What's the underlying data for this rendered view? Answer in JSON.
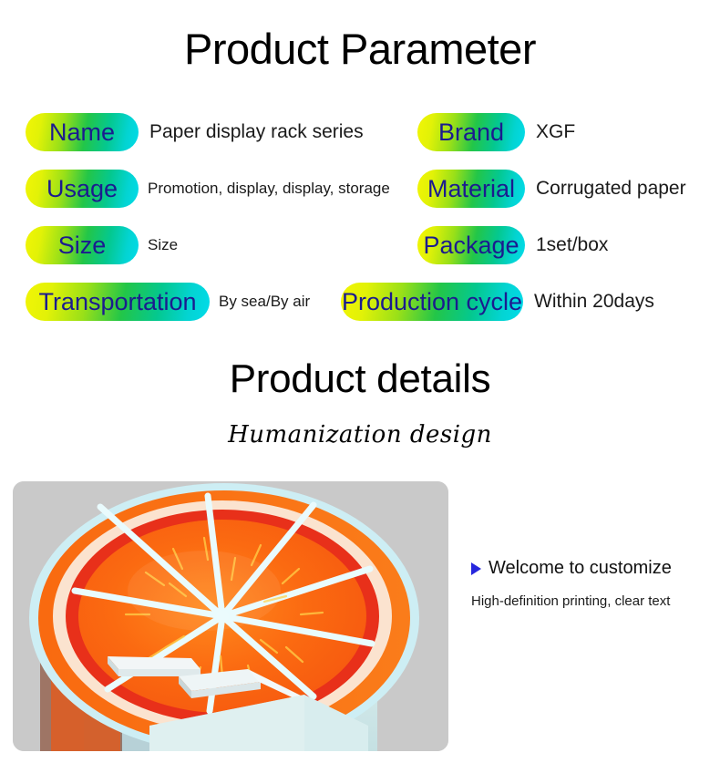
{
  "headings": {
    "parameter_title": "Product Parameter",
    "details_title": "Product details",
    "script_subtitle": "Humanization design"
  },
  "parameters": {
    "left": [
      {
        "label": "Name",
        "value": "Paper display rack series"
      },
      {
        "label": "Usage",
        "value": "Promotion, display, display, storage"
      },
      {
        "label": "Size",
        "value": "Size"
      },
      {
        "label": "Transportation",
        "value": "By sea/By air"
      }
    ],
    "right": [
      {
        "label": "Brand",
        "value": "XGF"
      },
      {
        "label": "Material",
        "value": "Corrugated paper"
      },
      {
        "label": "Package",
        "value": "1set/box"
      },
      {
        "label": "Production cycle",
        "value": "Within 20days"
      }
    ]
  },
  "details_panel": {
    "welcome_text": "Welcome to customize",
    "sub_text": "High-definition printing, clear text",
    "bullet_icon": "triangle-right-icon"
  },
  "photo": {
    "alt": "orange-slice-themed paper display rack",
    "icon": "product-photo"
  },
  "colors": {
    "badge_gradient_start": "#f2f505",
    "badge_gradient_mid": "#23c648",
    "badge_gradient_end": "#02dbea",
    "badge_text": "#1b1b8f",
    "bullet_blue": "#2626dd",
    "panel_gray": "#c9c9c9",
    "orange_main": "#f96a10",
    "orange_deep": "#ef4a16",
    "red_rim": "#e8301a",
    "cream": "#fbe3cf",
    "pale_cyan": "#cfeef2",
    "body_mint": "#cfe7e8"
  }
}
